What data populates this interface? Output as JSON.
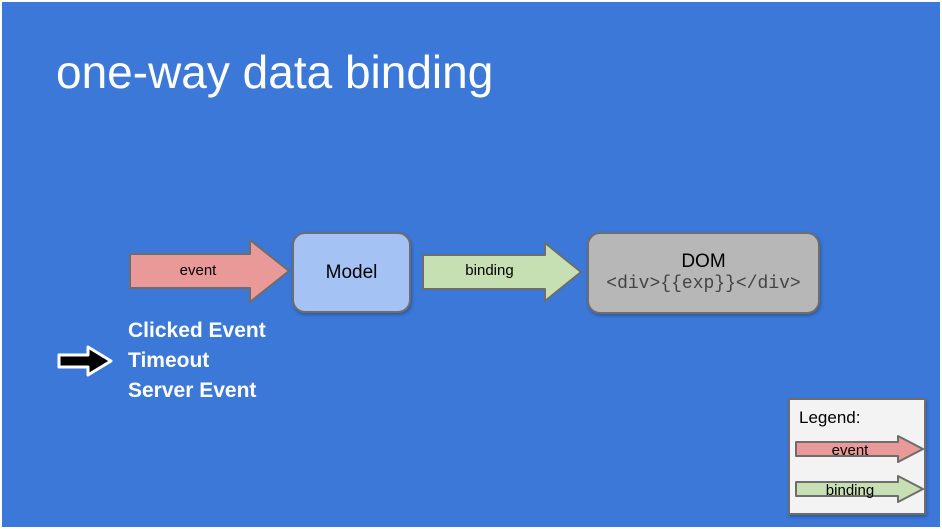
{
  "slide": {
    "title": "one-way data binding",
    "background_color": "#3c78d8",
    "title_color": "#ffffff"
  },
  "diagram": {
    "nodes": [
      {
        "id": "model",
        "label": "Model",
        "fill_color": "#a4c2f4",
        "border_color": "#6d6d6d"
      },
      {
        "id": "dom",
        "label": "DOM",
        "code": "<div>{{exp}}</div>",
        "fill_color": "#b7b7b7",
        "border_color": "#6d6d6d"
      }
    ],
    "arrows": [
      {
        "id": "event",
        "label": "event",
        "from": "sources",
        "to": "model",
        "fill_color": "#ea9999",
        "border_color": "#6d6d6d"
      },
      {
        "id": "binding",
        "label": "binding",
        "from": "model",
        "to": "dom",
        "fill_color": "#c6e0b4",
        "border_color": "#6d6d6d"
      }
    ]
  },
  "sources": {
    "pointer_icon": "right-arrow-icon",
    "items": [
      "Clicked Event",
      "Timeout",
      "Server Event"
    ]
  },
  "legend": {
    "title": "Legend:",
    "background_color": "#f3f3f3",
    "border_color": "#6d6d6d",
    "entries": [
      {
        "label": "event",
        "fill_color": "#ea9999",
        "border_color": "#6d6d6d"
      },
      {
        "label": "binding",
        "fill_color": "#c6e0b4",
        "border_color": "#6d6d6d"
      }
    ]
  }
}
